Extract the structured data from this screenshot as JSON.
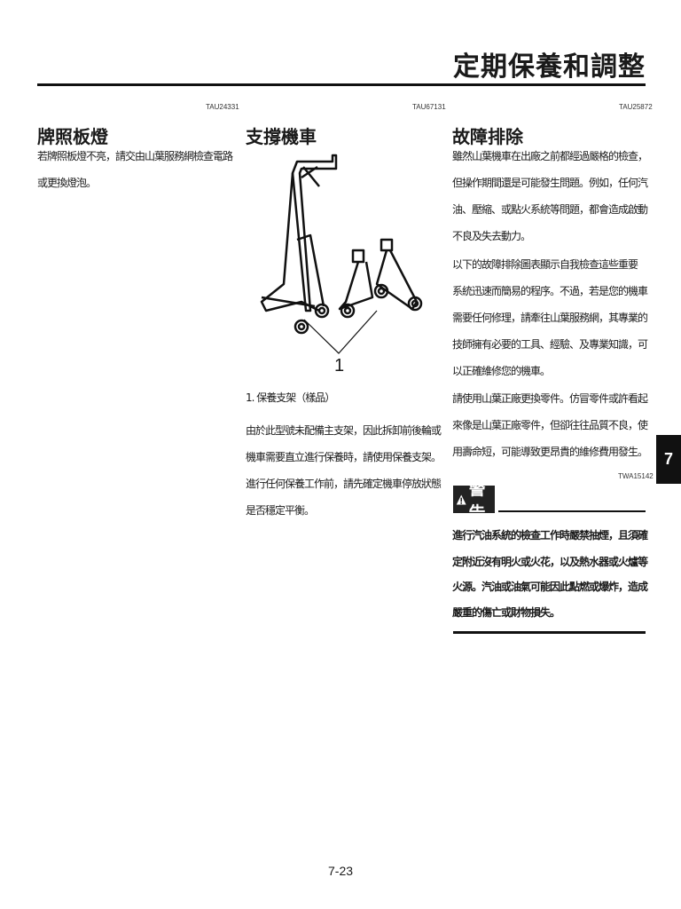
{
  "header": {
    "title": "定期保養和調整"
  },
  "sections": [
    {
      "code": "TAU24331",
      "heading": "牌照板燈",
      "lines": [
        "若牌照板燈不亮，請交由山葉服務網檢查電路",
        "或更換燈泡。"
      ]
    },
    {
      "code": "TAU67131",
      "heading": "支撐機車",
      "figure": {
        "callout": "1",
        "caption": "1.  保養支架（樣品）"
      },
      "lines": [
        "由於此型號未配備主支架，因此拆卸前後輪或",
        "機車需要直立進行保養時，請使用保養支架。",
        "進行任何保養工作前，請先確定機車停放狀態",
        "是否穩定平衡。"
      ]
    },
    {
      "code": "TAU25872",
      "heading": "故障排除",
      "lines": [
        "雖然山葉機車在出廠之前都經過嚴格的檢查，",
        "但操作期間還是可能發生問題。例如，任何汽",
        "油、壓縮、或點火系統等問題，都會造成啟動",
        "不良及失去動力。",
        "以下的故障排除圖表顯示自我檢查這些重要",
        "系統迅速而簡易的程序。不過，若是您的機車",
        "需要任何修理，請牽往山葉服務網，其專業的",
        "技師擁有必要的工具、經驗、及專業知識，可",
        "以正確維修您的機車。",
        "請使用山葉正廠更換零件。仿冒零件或許看起",
        "來像是山葉正廠零件，但卻往往品質不良，使",
        "用壽命短，可能導致更昂貴的維修費用發生。"
      ],
      "warning": {
        "code": "TWA15142",
        "label": "警告",
        "icon": "warning-triangle-icon",
        "lines": [
          "進行汽油系統的檢查工作時嚴禁抽煙，且須確",
          "定附近沒有明火或火花，以及熱水器或火爐等",
          "火源。汽油或油氣可能因此點燃或爆炸，造成",
          "嚴重的傷亡或財物損失。"
        ]
      }
    }
  ],
  "chapter_tab": "7",
  "page_number": "7-23"
}
